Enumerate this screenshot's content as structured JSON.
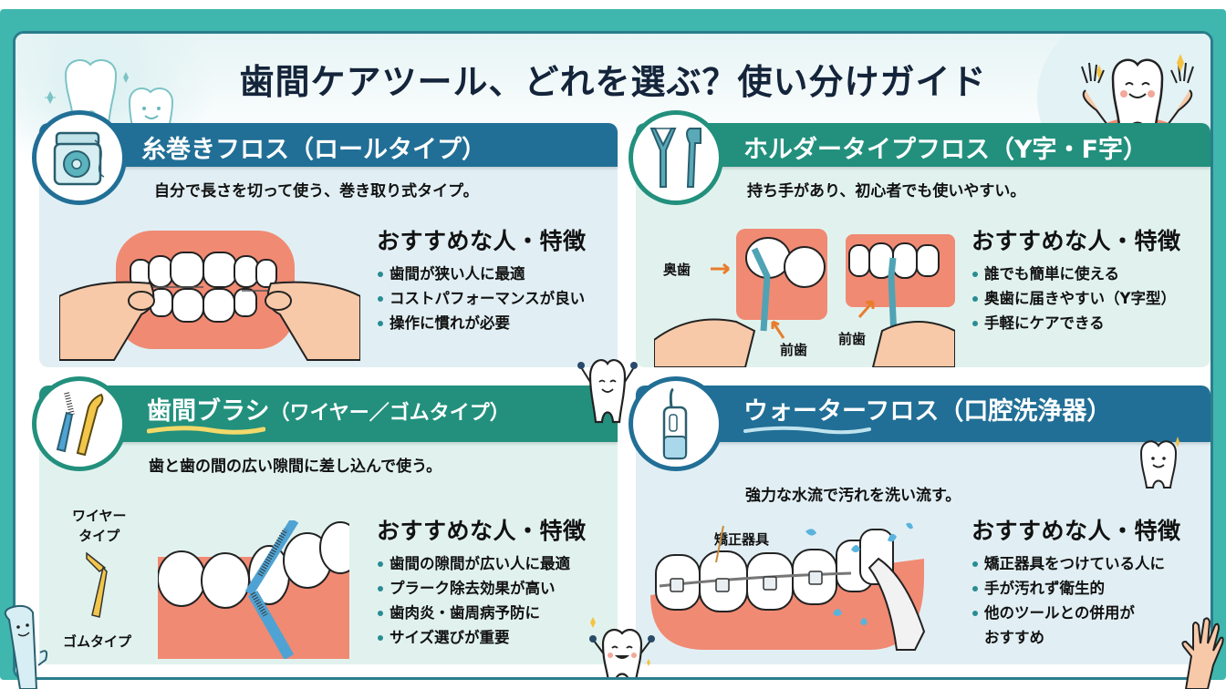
{
  "title": "歯間ケアツール、どれを選ぶ？使い分けガイド",
  "colors": {
    "frame_teal": "#3fb7ae",
    "border_navy": "#2a7d8c",
    "blue_header": "#216f96",
    "green_header": "#22907d",
    "blue_panel_bg": "#e1eff4",
    "green_panel_bg": "#e1f2ee",
    "gum_pink": "#f08a73",
    "skin": "#f7c9a8",
    "tool_teal": "#4fa3b4",
    "brush_yellow": "#f2c64a",
    "sparkle_yellow": "#f5c342"
  },
  "panels": [
    {
      "id": "roll-floss",
      "title": "糸巻きフロス（ロールタイプ）",
      "subtitle": "自分で長さを切って使う、巻き取り式タイプ。",
      "icon": "floss-dispenser-icon",
      "features_title": "おすすめな人・特徴",
      "features": [
        "歯間が狭い人に最適",
        "コストパフォーマンスが良い",
        "操作に慣れが必要"
      ]
    },
    {
      "id": "holder-floss",
      "title": "ホルダータイプフロス（Y字・F字）",
      "subtitle": "持ち手があり、初心者でも使いやすい。",
      "icon": "floss-pick-icon",
      "features_title": "おすすめな人・特徴",
      "features": [
        "誰でも簡単に使える",
        "奥歯に届きやすい（Y字型）",
        "手軽にケアできる"
      ],
      "labels": {
        "back_teeth": "奥歯",
        "front_teeth_1": "前歯",
        "front_teeth_2": "前歯"
      }
    },
    {
      "id": "interdental-brush",
      "title": "歯間ブラシ",
      "title_sub": "（ワイヤー／ゴムタイプ）",
      "subtitle": "歯と歯の間の広い隙間に差し込んで使う。",
      "icon": "interdental-brush-icon",
      "features_title": "おすすめな人・特徴",
      "features": [
        "歯間の隙間が広い人に最適",
        "プラーク除去効果が高い",
        "歯肉炎・歯周病予防に",
        "サイズ選びが重要"
      ],
      "labels": {
        "wire_type": "ワイヤー\nタイプ",
        "wire_type_1": "ワイヤー",
        "wire_type_2": "タイプ",
        "rubber_type": "ゴムタイプ"
      }
    },
    {
      "id": "water-floss",
      "title": "ウォーターフロス（口腔洗浄器）",
      "subtitle": "強力な水流で汚れを洗い流す。",
      "icon": "water-flosser-icon",
      "features_title": "おすすめな人・特徴",
      "features": [
        "矯正器具をつけている人に",
        "手が汚れず衛生的",
        "他のツールとの併用が",
        "おすすめ"
      ],
      "labels": {
        "braces": "矯正器具"
      }
    }
  ]
}
